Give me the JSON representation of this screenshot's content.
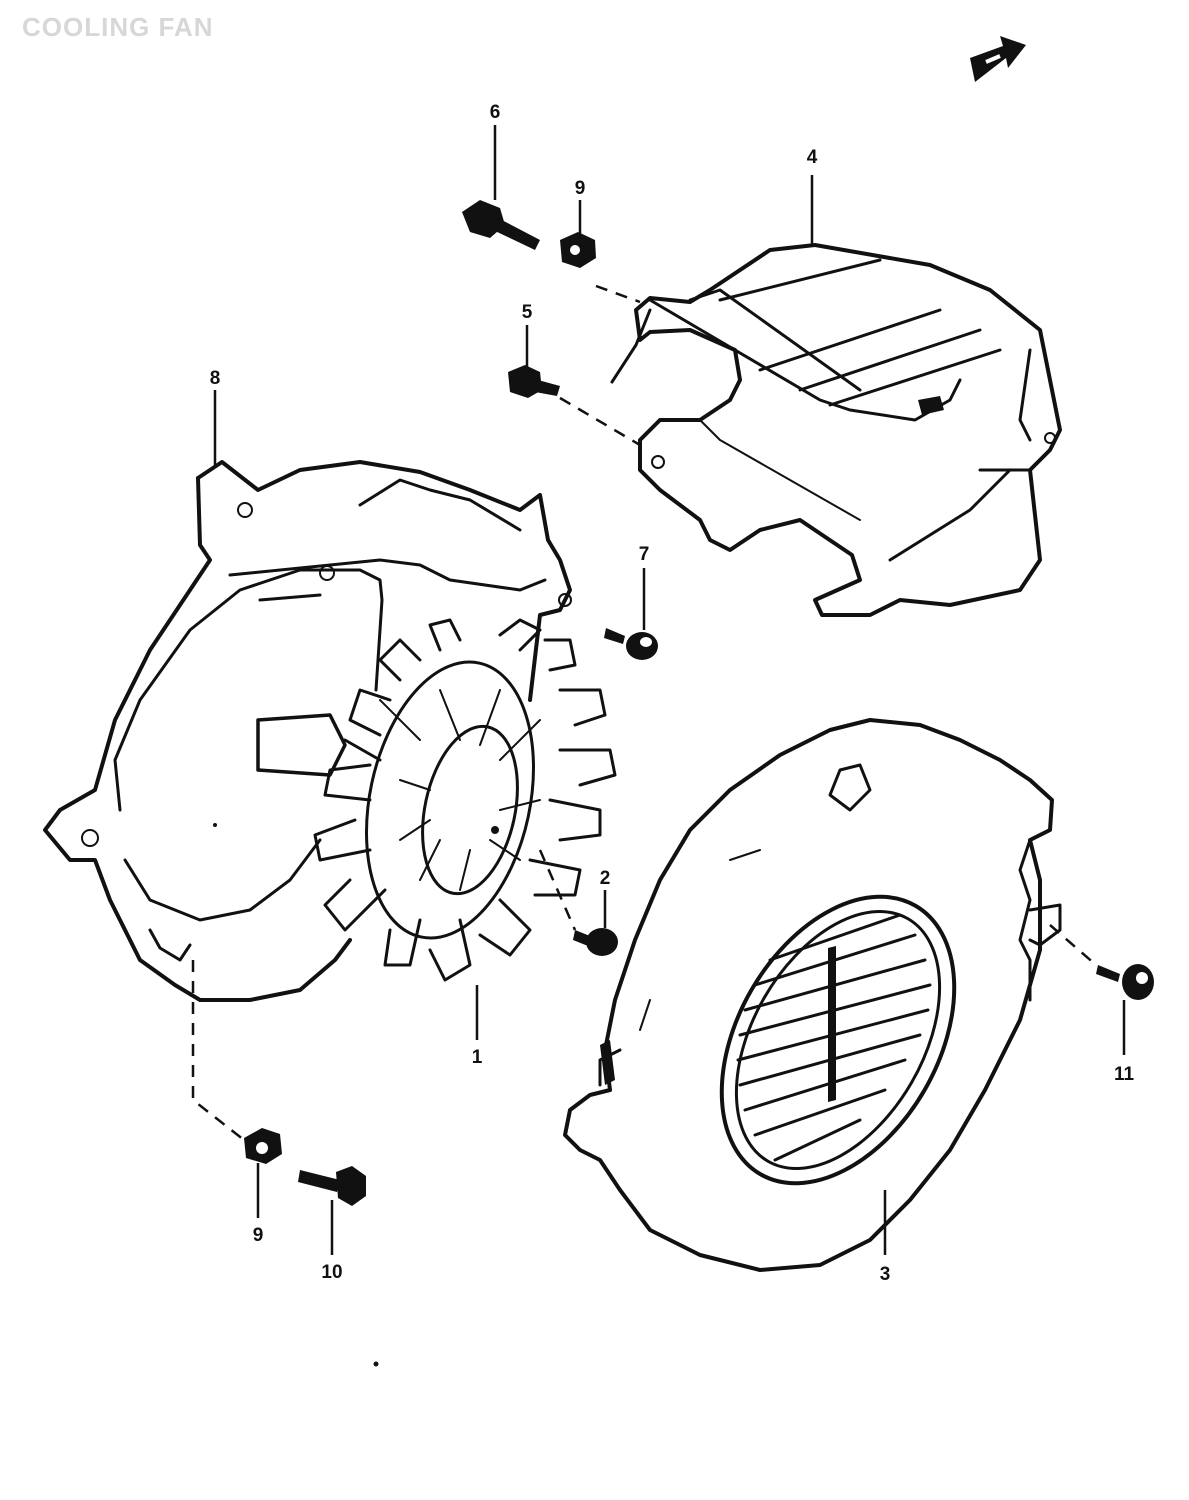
{
  "diagram": {
    "title": "COOLING FAN",
    "callouts": [
      {
        "id": "c1",
        "label": "1"
      },
      {
        "id": "c2",
        "label": "2"
      },
      {
        "id": "c3",
        "label": "3"
      },
      {
        "id": "c4",
        "label": "4"
      },
      {
        "id": "c5",
        "label": "5"
      },
      {
        "id": "c6",
        "label": "6"
      },
      {
        "id": "c7",
        "label": "7"
      },
      {
        "id": "c8",
        "label": "8"
      },
      {
        "id": "c9a",
        "label": "9"
      },
      {
        "id": "c9b",
        "label": "9"
      },
      {
        "id": "c10",
        "label": "10"
      },
      {
        "id": "c11",
        "label": "11"
      }
    ]
  }
}
